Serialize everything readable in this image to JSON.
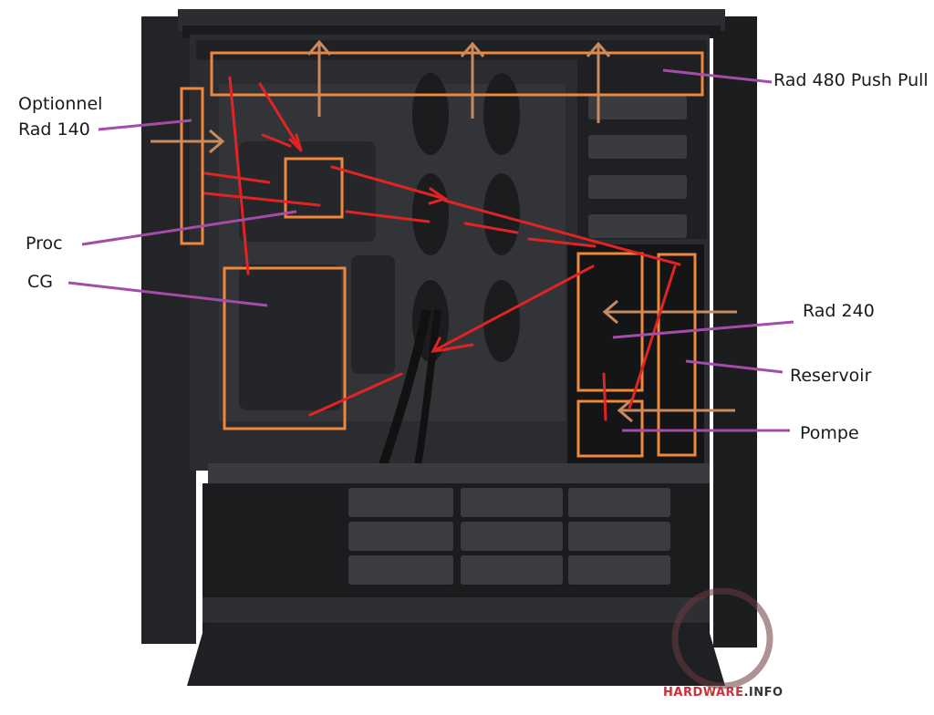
{
  "labels": {
    "optional_line1": "Optionnel",
    "optional_line2": "Rad 140",
    "rad480": "Rad 480 Push Pull",
    "proc": "Proc",
    "cg": "CG",
    "rad240": "Rad 240",
    "reservoir": "Reservoir",
    "pompe": "Pompe"
  },
  "watermark": {
    "brand": "HARDWARE",
    "suffix": ".INFO"
  },
  "colors": {
    "case_dark": "#1e1f21",
    "case_panel": "#2a2b2e",
    "annotation_box": "#f0883c",
    "flow_line": "#e02424",
    "leader_line": "#a44ca8",
    "airflow_arrow": "#c98a5e",
    "label_text": "#1a1a1a"
  }
}
